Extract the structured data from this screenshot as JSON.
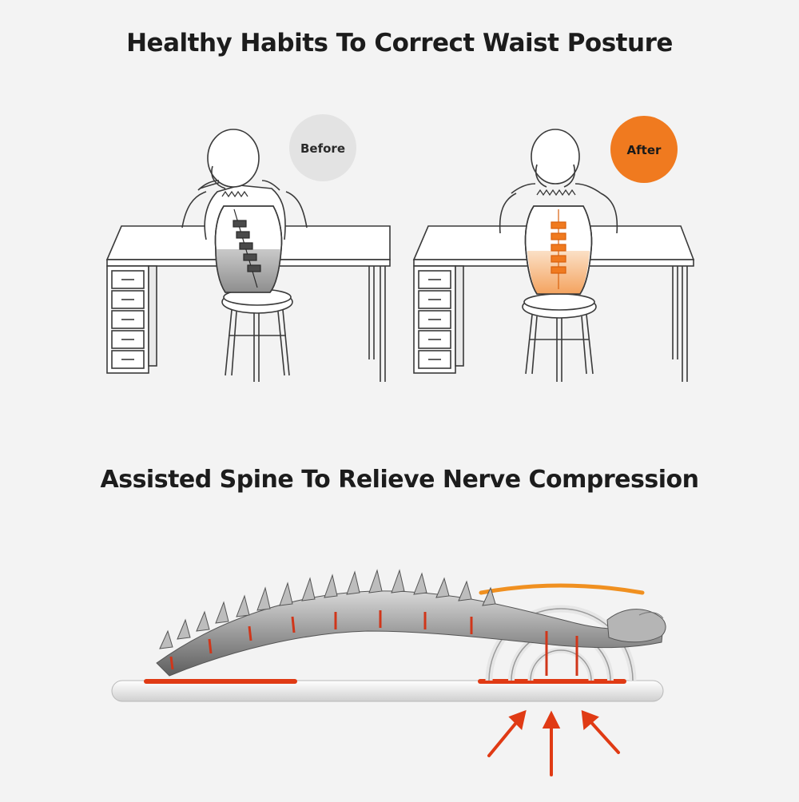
{
  "headings": {
    "top": "Healthy Habits To Correct Waist Posture",
    "bottom": "Assisted Spine To Relieve Nerve Compression"
  },
  "badges": {
    "before": {
      "label": "Before",
      "fill": "#e3e3e3",
      "text_color": "#2a2a2a"
    },
    "after": {
      "label": "After",
      "fill": "#f07a1f",
      "text_color": "#1a1a1a"
    }
  },
  "colors": {
    "background": "#f3f3f3",
    "line": "#3a3a3a",
    "before_spine": "#6e6e6e",
    "after_spine": "#f07a1f",
    "pressure_red": "#e03a14",
    "arc_orange": "#f09020"
  }
}
